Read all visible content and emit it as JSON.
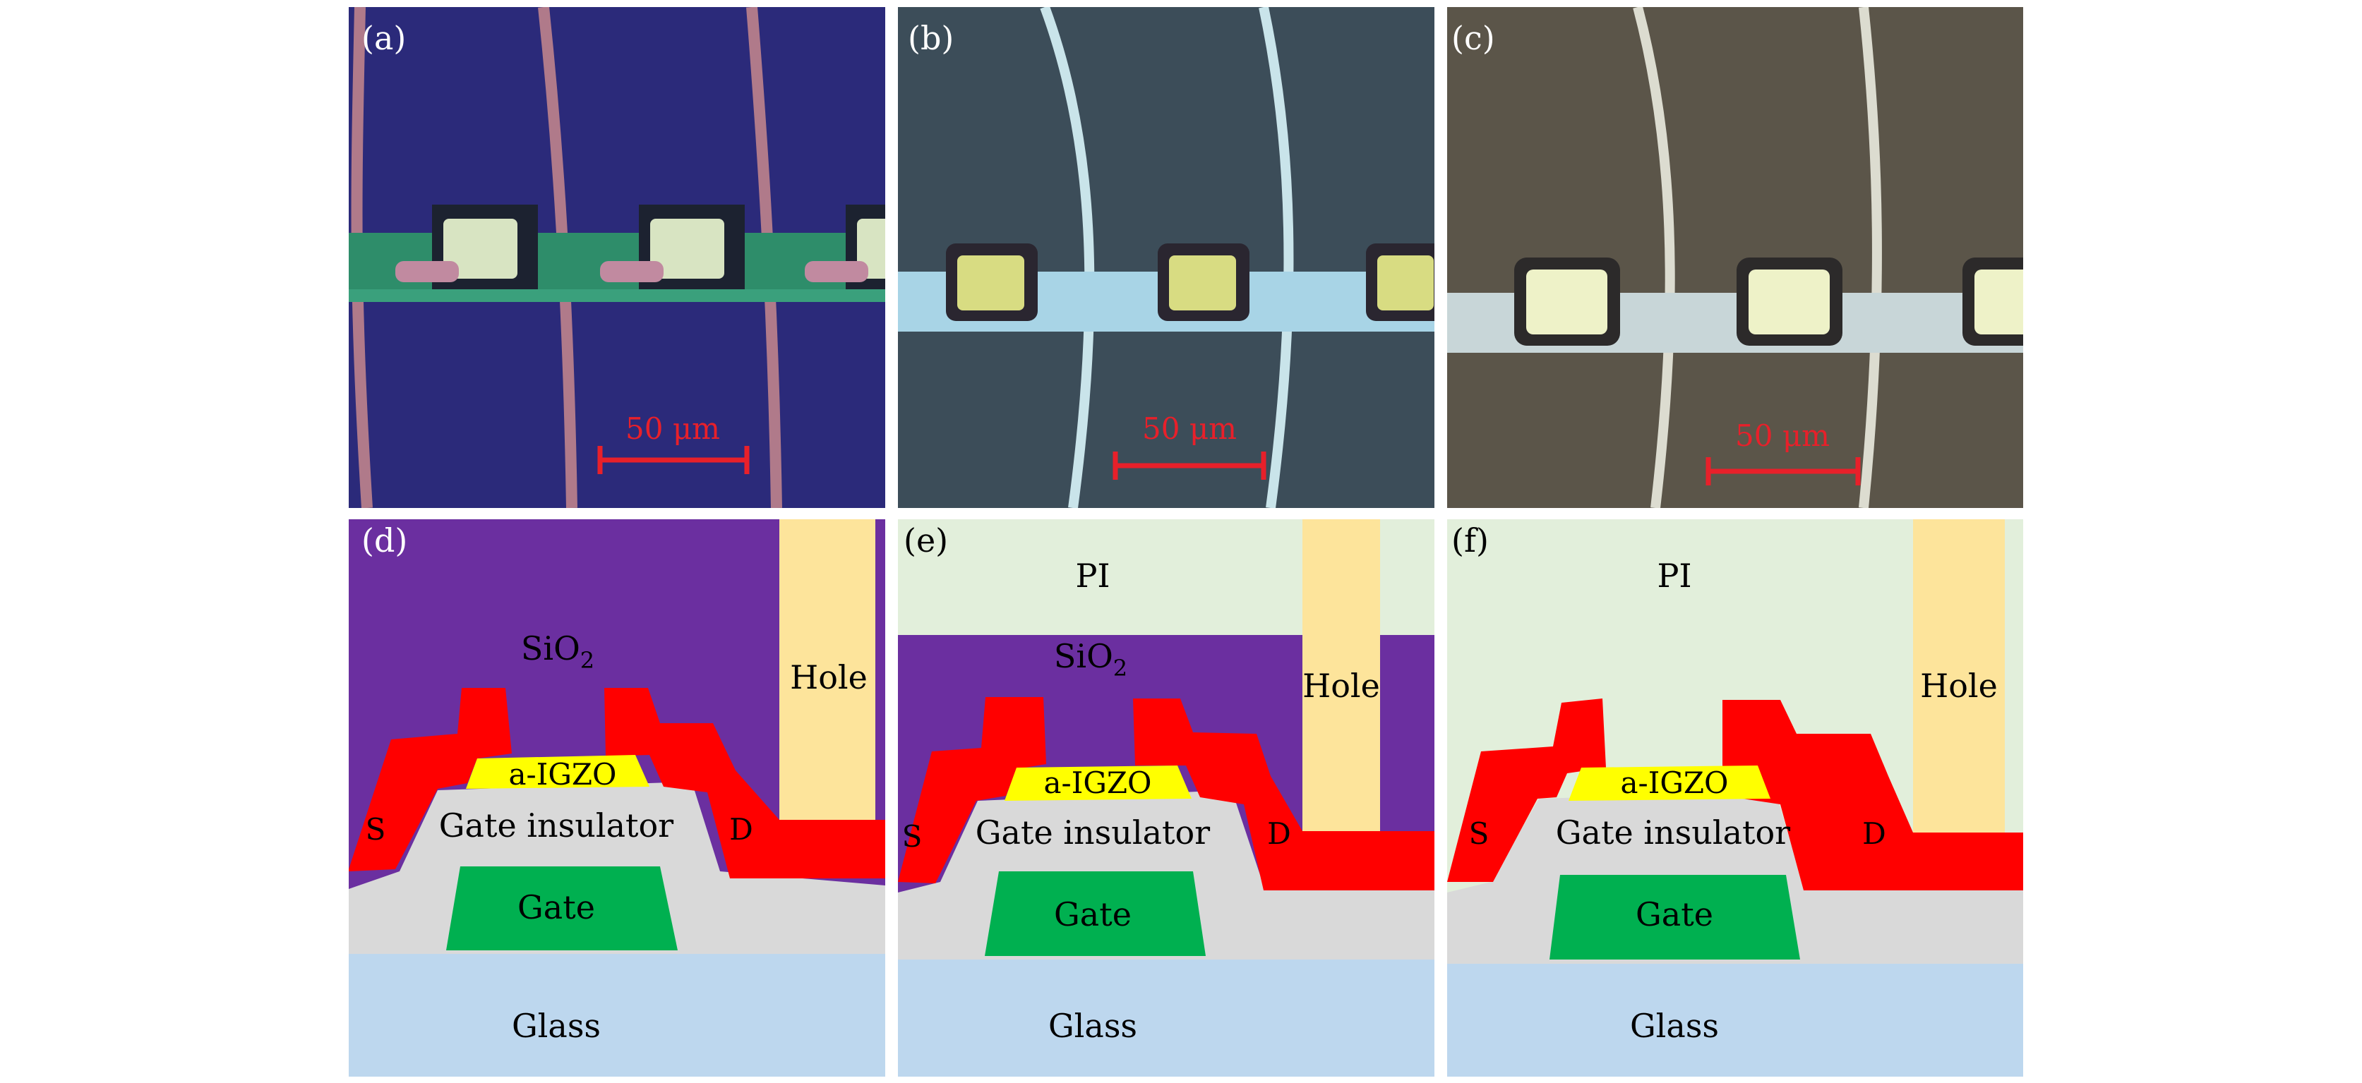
{
  "panels": {
    "a": {
      "label": "(a)",
      "scale": "50 μm",
      "bg": "#2a2a78"
    },
    "b": {
      "label": "(b)",
      "scale": "50 μm",
      "bg": "#3b4c58"
    },
    "c": {
      "label": "(c)",
      "scale": "50 μm",
      "bg": "#5a5448"
    },
    "d": {
      "label": "(d)",
      "SiO2": "SiO",
      "sub2": "2",
      "Hole": "Hole",
      "aIGZO": "a-IGZO",
      "S": "S",
      "D": "D",
      "GateInsulator": "Gate insulator",
      "Gate": "Gate",
      "Glass": "Glass"
    },
    "e": {
      "label": "(e)",
      "PI": "PI",
      "SiO2": "SiO",
      "sub2": "2",
      "Hole": "Hole",
      "aIGZO": "a-IGZO",
      "S": "S",
      "D": "D",
      "GateInsulator": "Gate insulator",
      "Gate": "Gate",
      "Glass": "Glass"
    },
    "f": {
      "label": "(f)",
      "PI": "PI",
      "Hole": "Hole",
      "aIGZO": "a-IGZO",
      "S": "S",
      "D": "D",
      "GateInsulator": "Gate insulator",
      "Gate": "Gate",
      "Glass": "Glass"
    }
  },
  "colors": {
    "sio2": "#6b2fa0",
    "pi": "#e2efdb",
    "hole": "#fde49b",
    "electrode": "#ff0000",
    "igzo": "#ffff00",
    "insulator": "#d9d9d9",
    "gate": "#00b050",
    "glass": "#bdd7ee",
    "scalebar": "#e8202a"
  }
}
